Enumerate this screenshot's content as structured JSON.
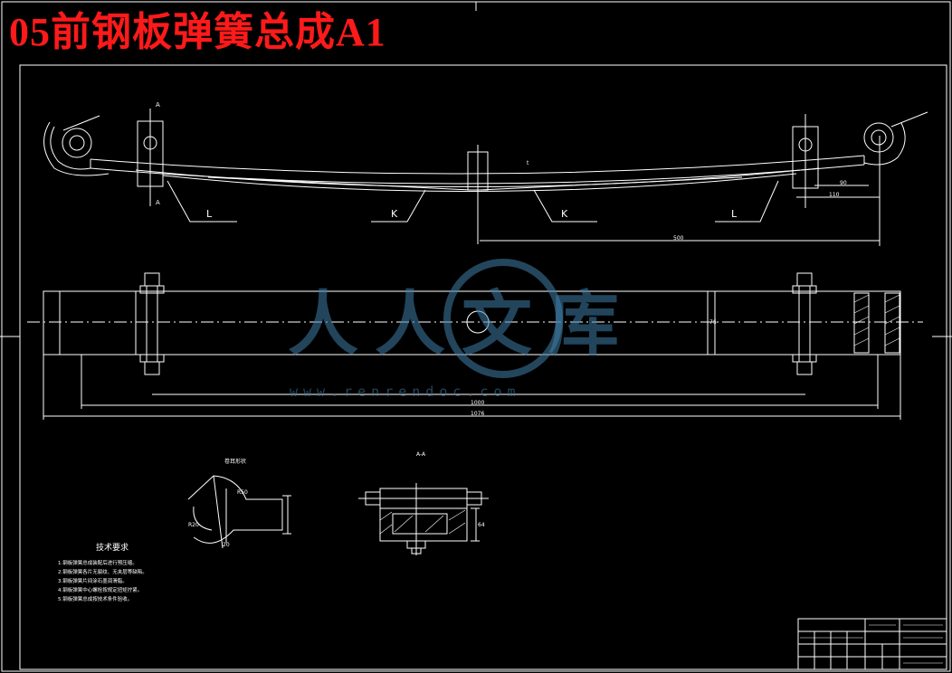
{
  "title": "05前钢板弹簧总成A1",
  "colors": {
    "background": "#000000",
    "lines": "#ffffff",
    "title": "#ff1a1a",
    "watermark": "#3f7fa8"
  },
  "labels": {
    "section_mark": "A",
    "leaf_L": "L",
    "leaf_K": "K",
    "section_view": "A-A",
    "detail_view": "卷耳形状"
  },
  "dimensions": {
    "d_90": "90",
    "d_110": "110",
    "d_500": "500",
    "d_1000": "1000",
    "d_1076": "1076",
    "d_t": "t",
    "d_76": "76",
    "d_r50": "R50",
    "d_r20": "R20",
    "d_20": "20",
    "d_64": "64"
  },
  "tech_requirements": {
    "heading": "技术要求",
    "items": [
      "1.钢板弹簧总成装配后进行预压缩。",
      "2.钢板弹簧各片无裂纹、无夹层等缺陷。",
      "3.钢板弹簧片间涂石墨润滑脂。",
      "4.钢板弹簧中心螺栓按规定扭矩拧紧。",
      "5.钢板弹簧总成按技术条件验收。"
    ]
  },
  "watermark": {
    "text": "人人文库",
    "url": "www.renrendoc.com"
  }
}
